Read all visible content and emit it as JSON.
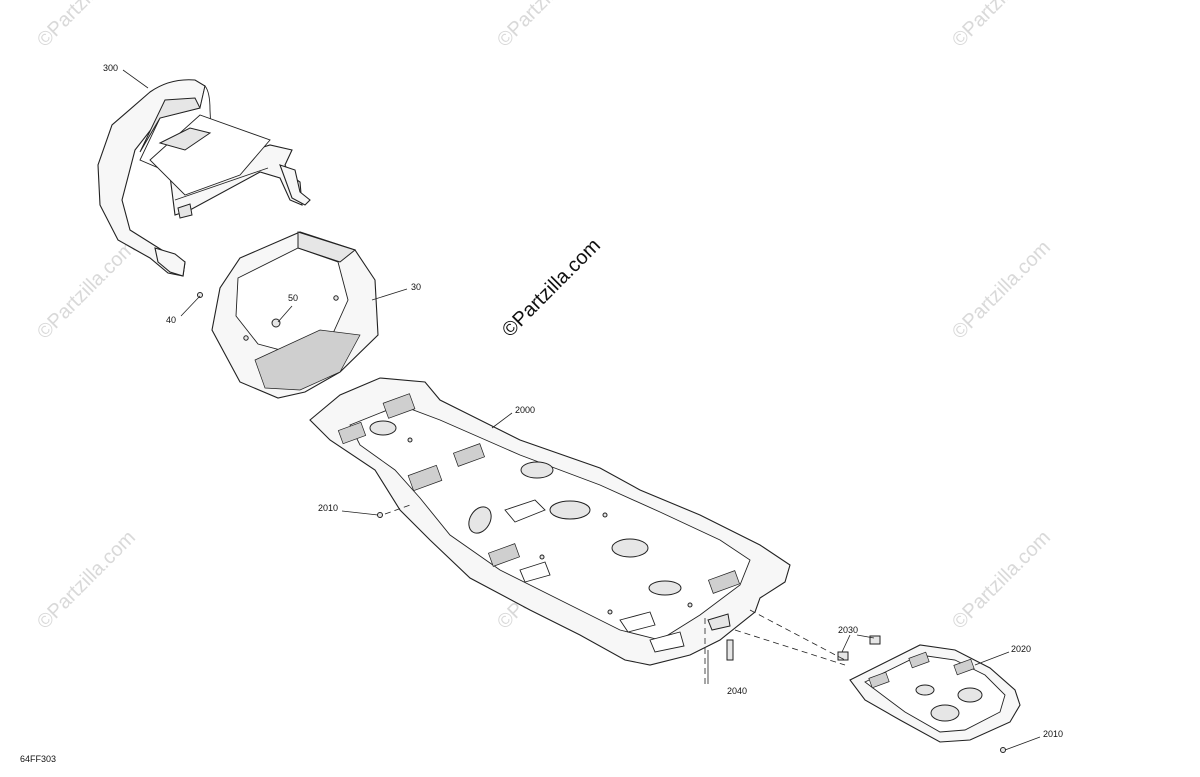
{
  "diagram_id": "64FF303",
  "callouts": [
    "300",
    "50",
    "30",
    "40",
    "2000",
    "2010",
    "2030",
    "2020",
    "2040",
    "2010"
  ],
  "watermark_text": "©Partzilla.com",
  "colors": {
    "line": "#222222",
    "fill": "#f7f7f7",
    "watermark": "#d9d9d9"
  }
}
